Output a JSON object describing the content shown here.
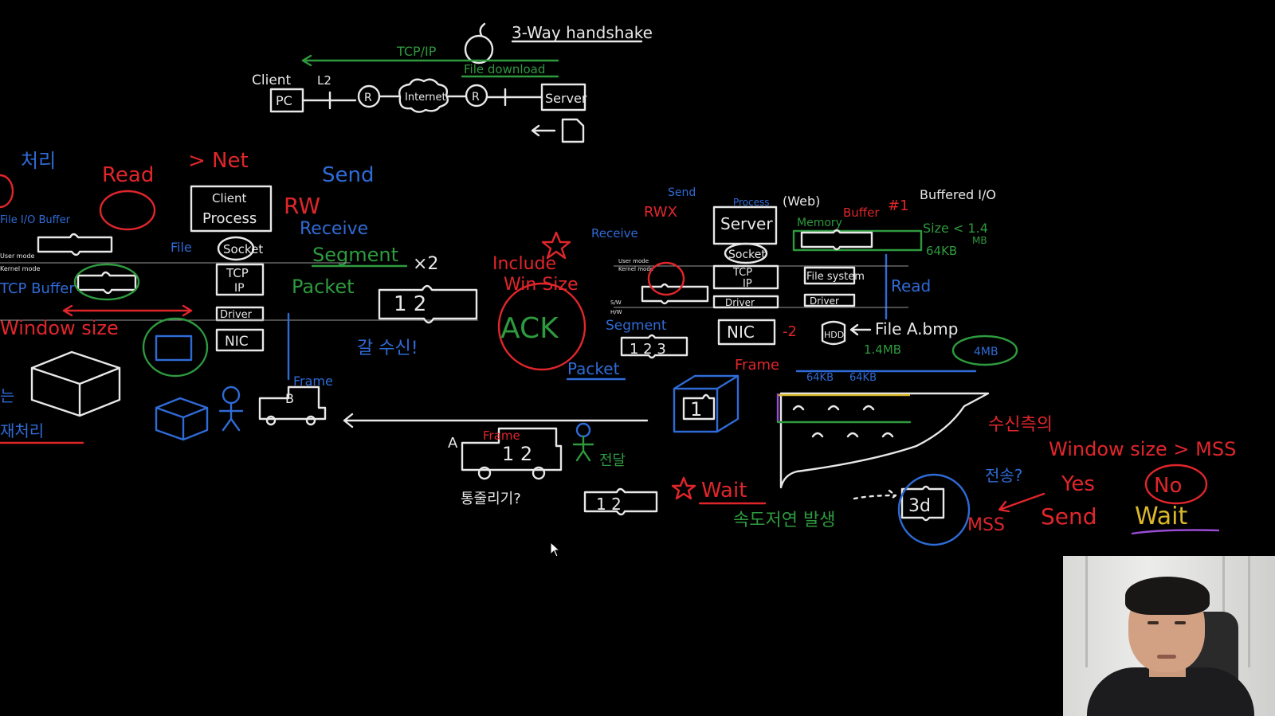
{
  "board": {
    "white": {
      "handshake": "3-Way handshake",
      "client": "Client",
      "l2": "L2",
      "pc": "PC",
      "router": "R",
      "internet": "Internet",
      "server": "Server",
      "client_box": "Client",
      "process": "Process",
      "socket": "Socket",
      "tcp": "TCP",
      "ip": "IP",
      "driver": "Driver",
      "nic": "NIC",
      "puzzle_12": "1 2",
      "truck_b": "B",
      "truck_a": "A",
      "user_mode": "User mode",
      "kernel_mode": "Kernel mode",
      "server_box": "Server",
      "web": "(Web)",
      "buffered": "Buffered I/O",
      "file_system": "File system",
      "hdd": "HDD",
      "file_bmp": "File A.bmp",
      "sw": "S/W",
      "hw": "H/W",
      "piece_1": "1",
      "piece_3d": "3d",
      "x2": "×2",
      "truck_a_piece": "1 2",
      "split_12": "1 2"
    },
    "red": {
      "read": "Read",
      "net": "> Net",
      "rw": "RW",
      "include": "Include",
      "win_size": "Win Size",
      "ack": "ACK",
      "window_size": "Window size",
      "rwx": "RWX",
      "buffer": "Buffer",
      "buffer_n": "#1",
      "frame": "Frame",
      "frame_small": "Frame",
      "wait": "Wait",
      "window_gt_mss": "Window size > MSS",
      "yes": "Yes",
      "no": "No",
      "send": "Send",
      "mss": "MSS",
      "minus2": "-2"
    },
    "blue": {
      "send": "Send",
      "receive": "Receive",
      "file_io_buffer": "File I/O Buffer",
      "tcp_buffer": "TCP Buffer",
      "file": "File",
      "send_small": "Send",
      "receive_small": "Receive",
      "read": "Read",
      "process": "Process",
      "packet": "Packet"
    },
    "green": {
      "file_download": "File download",
      "tcp_ip": "TCP/IP",
      "segment": "Segment",
      "packet": "Packet",
      "memory": "Memory",
      "size": "Size < 1.4",
      "mb": "MB",
      "sixtyfour_kb": "64KB",
      "segment_small": "Segment",
      "one_four_mb": "1.4MB",
      "four_mb": "4MB",
      "frame": "Frame",
      "kb_a": "64KB",
      "kb_b": "64KB"
    }
  },
  "colors": {
    "background": "#000000",
    "white": "#e8e8e8",
    "red": "#e0262b",
    "blue": "#2f6bd6",
    "green": "#2e9a3e",
    "yellow": "#d9b92a",
    "purple": "#9a4bd6"
  },
  "icons": {
    "cursor": "mouse-pointer-icon",
    "webcam": "presenter-webcam"
  }
}
